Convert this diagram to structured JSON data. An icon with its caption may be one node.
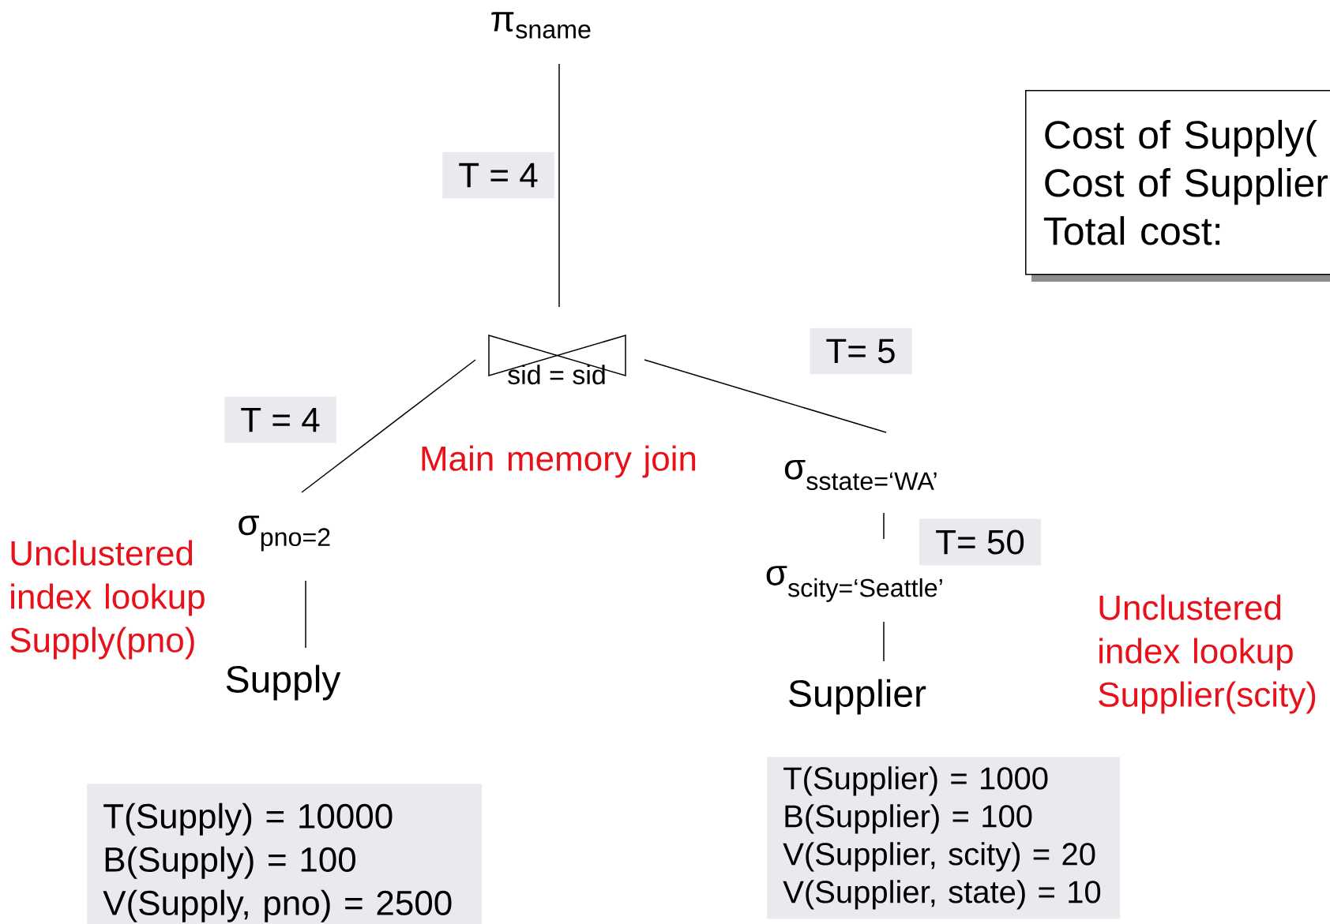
{
  "diagram": {
    "nodes": [
      {
        "text": [
          "\\text{π}_{\\text{sname}}"
        ]
      },
      {
        "text": [
          "sid = sid"
        ]
      },
      {
        "text": [
          "\\text{σ}_{\\text{pno=2}}"
        ]
      },
      {
        "text": [
          "Supply"
        ]
      },
      {
        "text": [
          "\\text{σ}_{\\text{sstate=‘WA’}}"
        ]
      },
      {
        "text": [
          "\\text{σ}_{\\text{scity=‘Seattle’}}"
        ]
      },
      {
        "text": [
          "Supplier"
        ]
      },
      {
        "text": [
          "Cost of Supply(",
          "Cost of Supplier",
          "Total cost:"
        ]
      },
      {
        "text": [
          "T(Supply) = 10000",
          "B(Supply) = 100",
          "V(Supply, pno) = 2500"
        ]
      },
      {
        "text": [
          "T(Supplier) = 1000",
          "B(Supplier) = 100",
          "V(Supplier, scity) = 20",
          "V(Supplier, state) = 10"
        ]
      }
    ],
    "edges": [
      {
        "from": 0,
        "to": 1,
        "arrow": "none",
        "label": "T = 4"
      },
      {
        "from": 1,
        "to": 2,
        "arrow": "none",
        "label": "T = 4"
      },
      {
        "from": 1,
        "to": 4,
        "arrow": "none",
        "label": "T= 5"
      },
      {
        "from": 2,
        "to": 3,
        "arrow": "none"
      },
      {
        "from": 4,
        "to": 5,
        "arrow": "none",
        "label": "T= 50"
      },
      {
        "from": 5,
        "to": 6,
        "arrow": "none"
      }
    ],
    "labels": [
      "Main memory join",
      "Unclustered index lookup Supply(pno)",
      "Unclustered index lookup Supplier(scity)"
    ]
  }
}
